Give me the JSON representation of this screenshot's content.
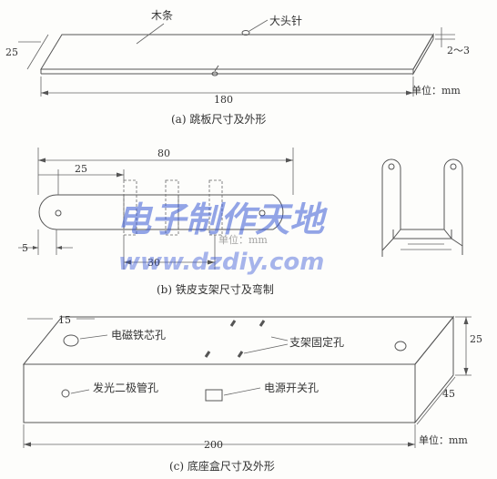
{
  "panel_a": {
    "label_wood": "木条",
    "label_pin": "大头针",
    "dim_width": "25",
    "dim_thickness": "2～3",
    "dim_length": "180",
    "unit": "单位：mm",
    "caption": "(a)  跳板尺寸及外形"
  },
  "panel_b": {
    "dim_total": "80",
    "dim_25": "25",
    "dim_5": "5",
    "dim_30": "30",
    "unit_faint": "单位：mm",
    "caption": "(b)  铁皮支架尺寸及弯制"
  },
  "panel_c": {
    "dim_15": "15",
    "label_coil_hole": "电磁铁芯孔",
    "label_bracket_holes": "支架固定孔",
    "label_led_hole": "发光二极管孔",
    "label_switch_hole": "电源开关孔",
    "dim_height": "25",
    "dim_depth": "45",
    "dim_length": "200",
    "unit": "单位：mm",
    "caption": "(c)  底座盒尺寸及外形"
  },
  "watermark": {
    "cn": "电子制作天地",
    "url": "www.dzdiy.com"
  },
  "colors": {
    "line": "#555555",
    "watermark": "#3b5bd6"
  }
}
